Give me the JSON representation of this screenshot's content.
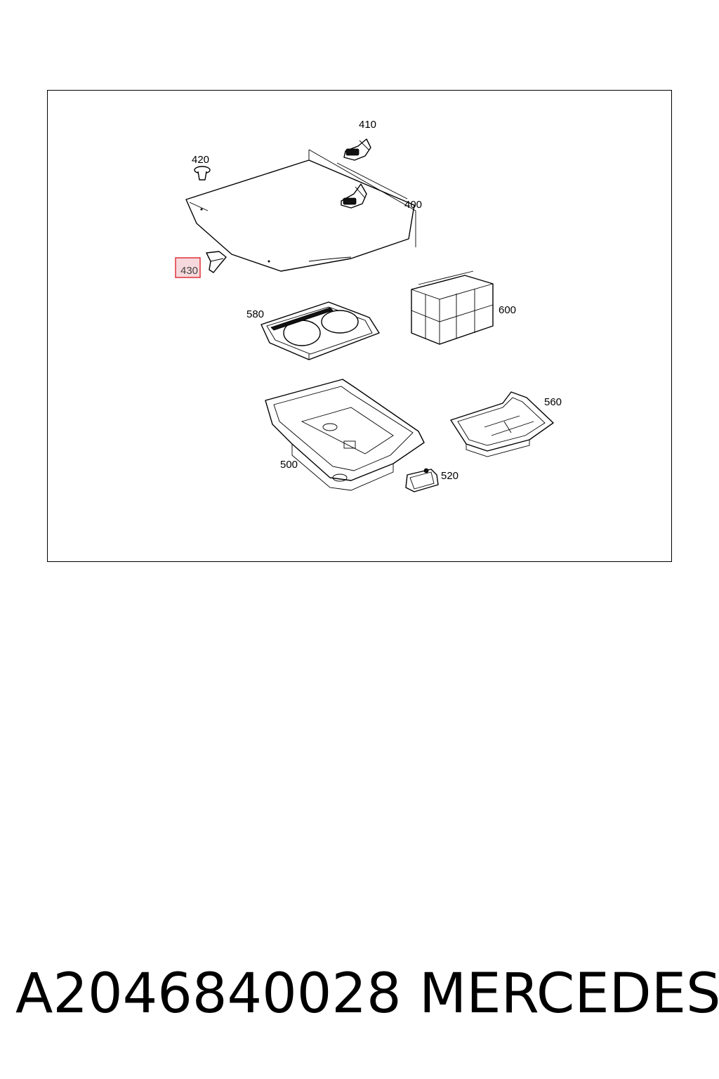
{
  "diagram": {
    "callouts": [
      {
        "id": "c410",
        "label": "410"
      },
      {
        "id": "c420",
        "label": "420"
      },
      {
        "id": "c400",
        "label": "400"
      },
      {
        "id": "c430",
        "label": "430",
        "highlighted": true
      },
      {
        "id": "c580",
        "label": "580"
      },
      {
        "id": "c600",
        "label": "600"
      },
      {
        "id": "c560",
        "label": "560"
      },
      {
        "id": "c500",
        "label": "500"
      },
      {
        "id": "c520",
        "label": "520"
      }
    ],
    "highlight_color": "#e0303a",
    "highlight_fill": "#f6d9dc"
  },
  "caption": {
    "part_number": "A2046840028",
    "brand": "MERCEDES"
  }
}
